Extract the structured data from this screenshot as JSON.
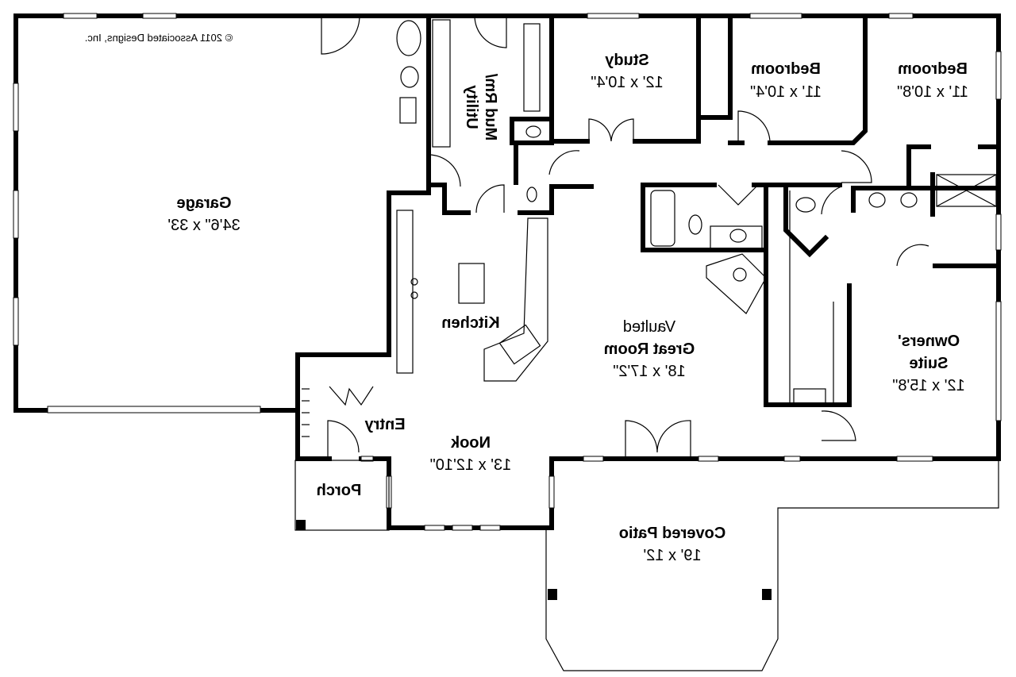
{
  "copyright": "© 2011 Associated Designs, Inc.",
  "rooms": {
    "garage": {
      "name": "Garage",
      "dims": "34'6\" x 33'"
    },
    "mud_utility": {
      "name_line1": "Mud Rm/",
      "name_line2": "Utility"
    },
    "study": {
      "name": "Study",
      "dims": "12' x 10'4\""
    },
    "bedroom_1": {
      "name": "Bedroom",
      "dims": "11' x 10'4\""
    },
    "bedroom_2": {
      "name": "Bedroom",
      "dims": "11' x 10'8\""
    },
    "kitchen": {
      "name": "Kitchen"
    },
    "great_room": {
      "prefix": "Vaulted",
      "name": "Great Room",
      "dims": "18' x 17'2\""
    },
    "owners_suite": {
      "name_line1": "Owners'",
      "name_line2": "Suite",
      "dims": "12' x 15'8\""
    },
    "entry": {
      "name": "Entry"
    },
    "nook": {
      "name": "Nook",
      "dims": "13' x 12'10\""
    },
    "porch": {
      "name": "Porch"
    },
    "covered_patio": {
      "name": "Covered Patio",
      "dims": "19' x 12'"
    }
  }
}
